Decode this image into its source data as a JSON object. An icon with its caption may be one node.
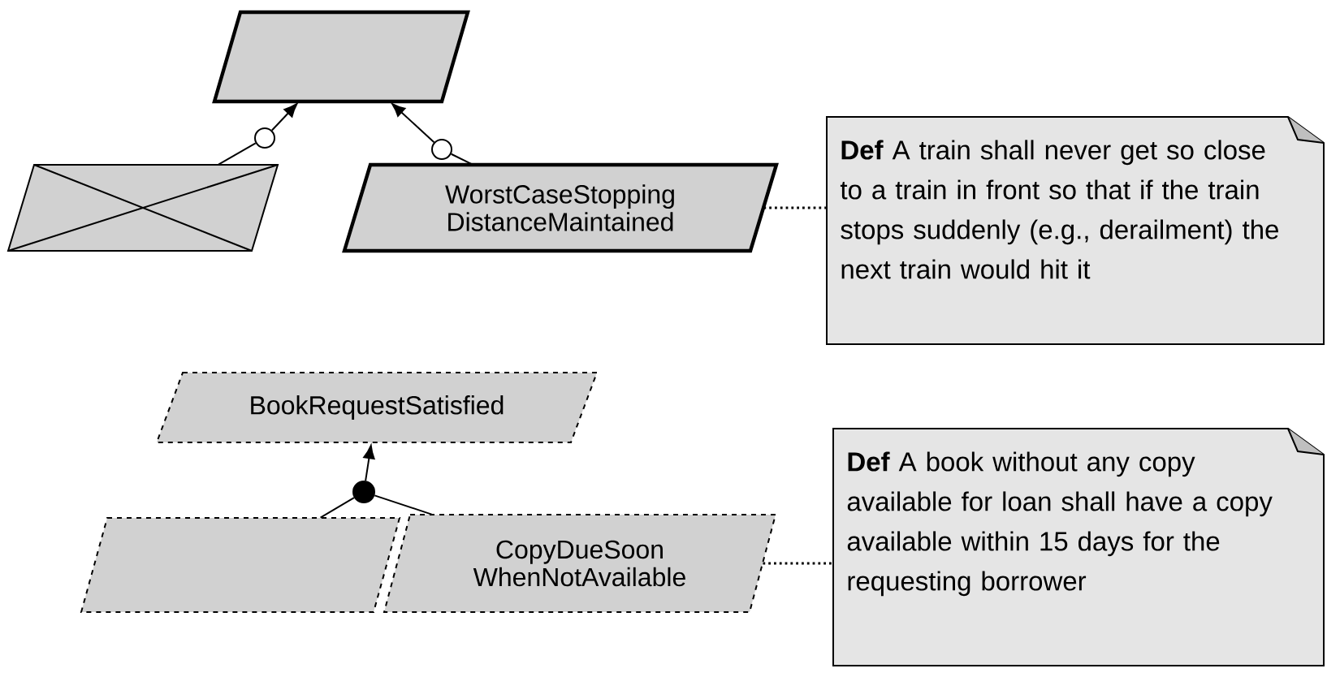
{
  "diagram": {
    "nodes": [
      {
        "text": [],
        "shape": "parallelogram"
      },
      {
        "text": [],
        "shape": "circle"
      },
      {
        "text": [],
        "shape": "circle"
      },
      {
        "text": [],
        "shape": "parallelogram"
      },
      {
        "text": [
          "WorstCaseStopping DistanceMaintained"
        ]
      },
      {
        "text": [
          "**Def** A train shall never get so close to a train in front so that if the train stops suddenly (e.g., derailment) the next train would hit it"
        ]
      },
      {
        "text": [
          "BookRequestSatisfied"
        ]
      },
      {
        "text": [],
        "shape": "dot"
      },
      {
        "text": [],
        "shape": "parallelogram"
      },
      {
        "text": [
          "CopyDueSoon WhenNotAvailable"
        ]
      },
      {
        "text": [
          "**Def** A book without any copy available for loan shall have a copy available within 15 days for the requesting borrower"
        ]
      }
    ],
    "edges": [
      {
        "from": 3,
        "to": 1,
        "arrow": "none"
      },
      {
        "from": 1,
        "to": 0,
        "arrow": "to"
      },
      {
        "from": 4,
        "to": 2,
        "arrow": "none"
      },
      {
        "from": 2,
        "to": 0,
        "arrow": "to"
      },
      {
        "from": 4,
        "to": 5,
        "arrow": "none",
        "style": "dashed"
      },
      {
        "from": 8,
        "to": 7,
        "arrow": "none"
      },
      {
        "from": 9,
        "to": 7,
        "arrow": "none"
      },
      {
        "from": 7,
        "to": 6,
        "arrow": "to"
      },
      {
        "from": 9,
        "to": 10,
        "arrow": "none",
        "style": "dashed"
      }
    ]
  }
}
